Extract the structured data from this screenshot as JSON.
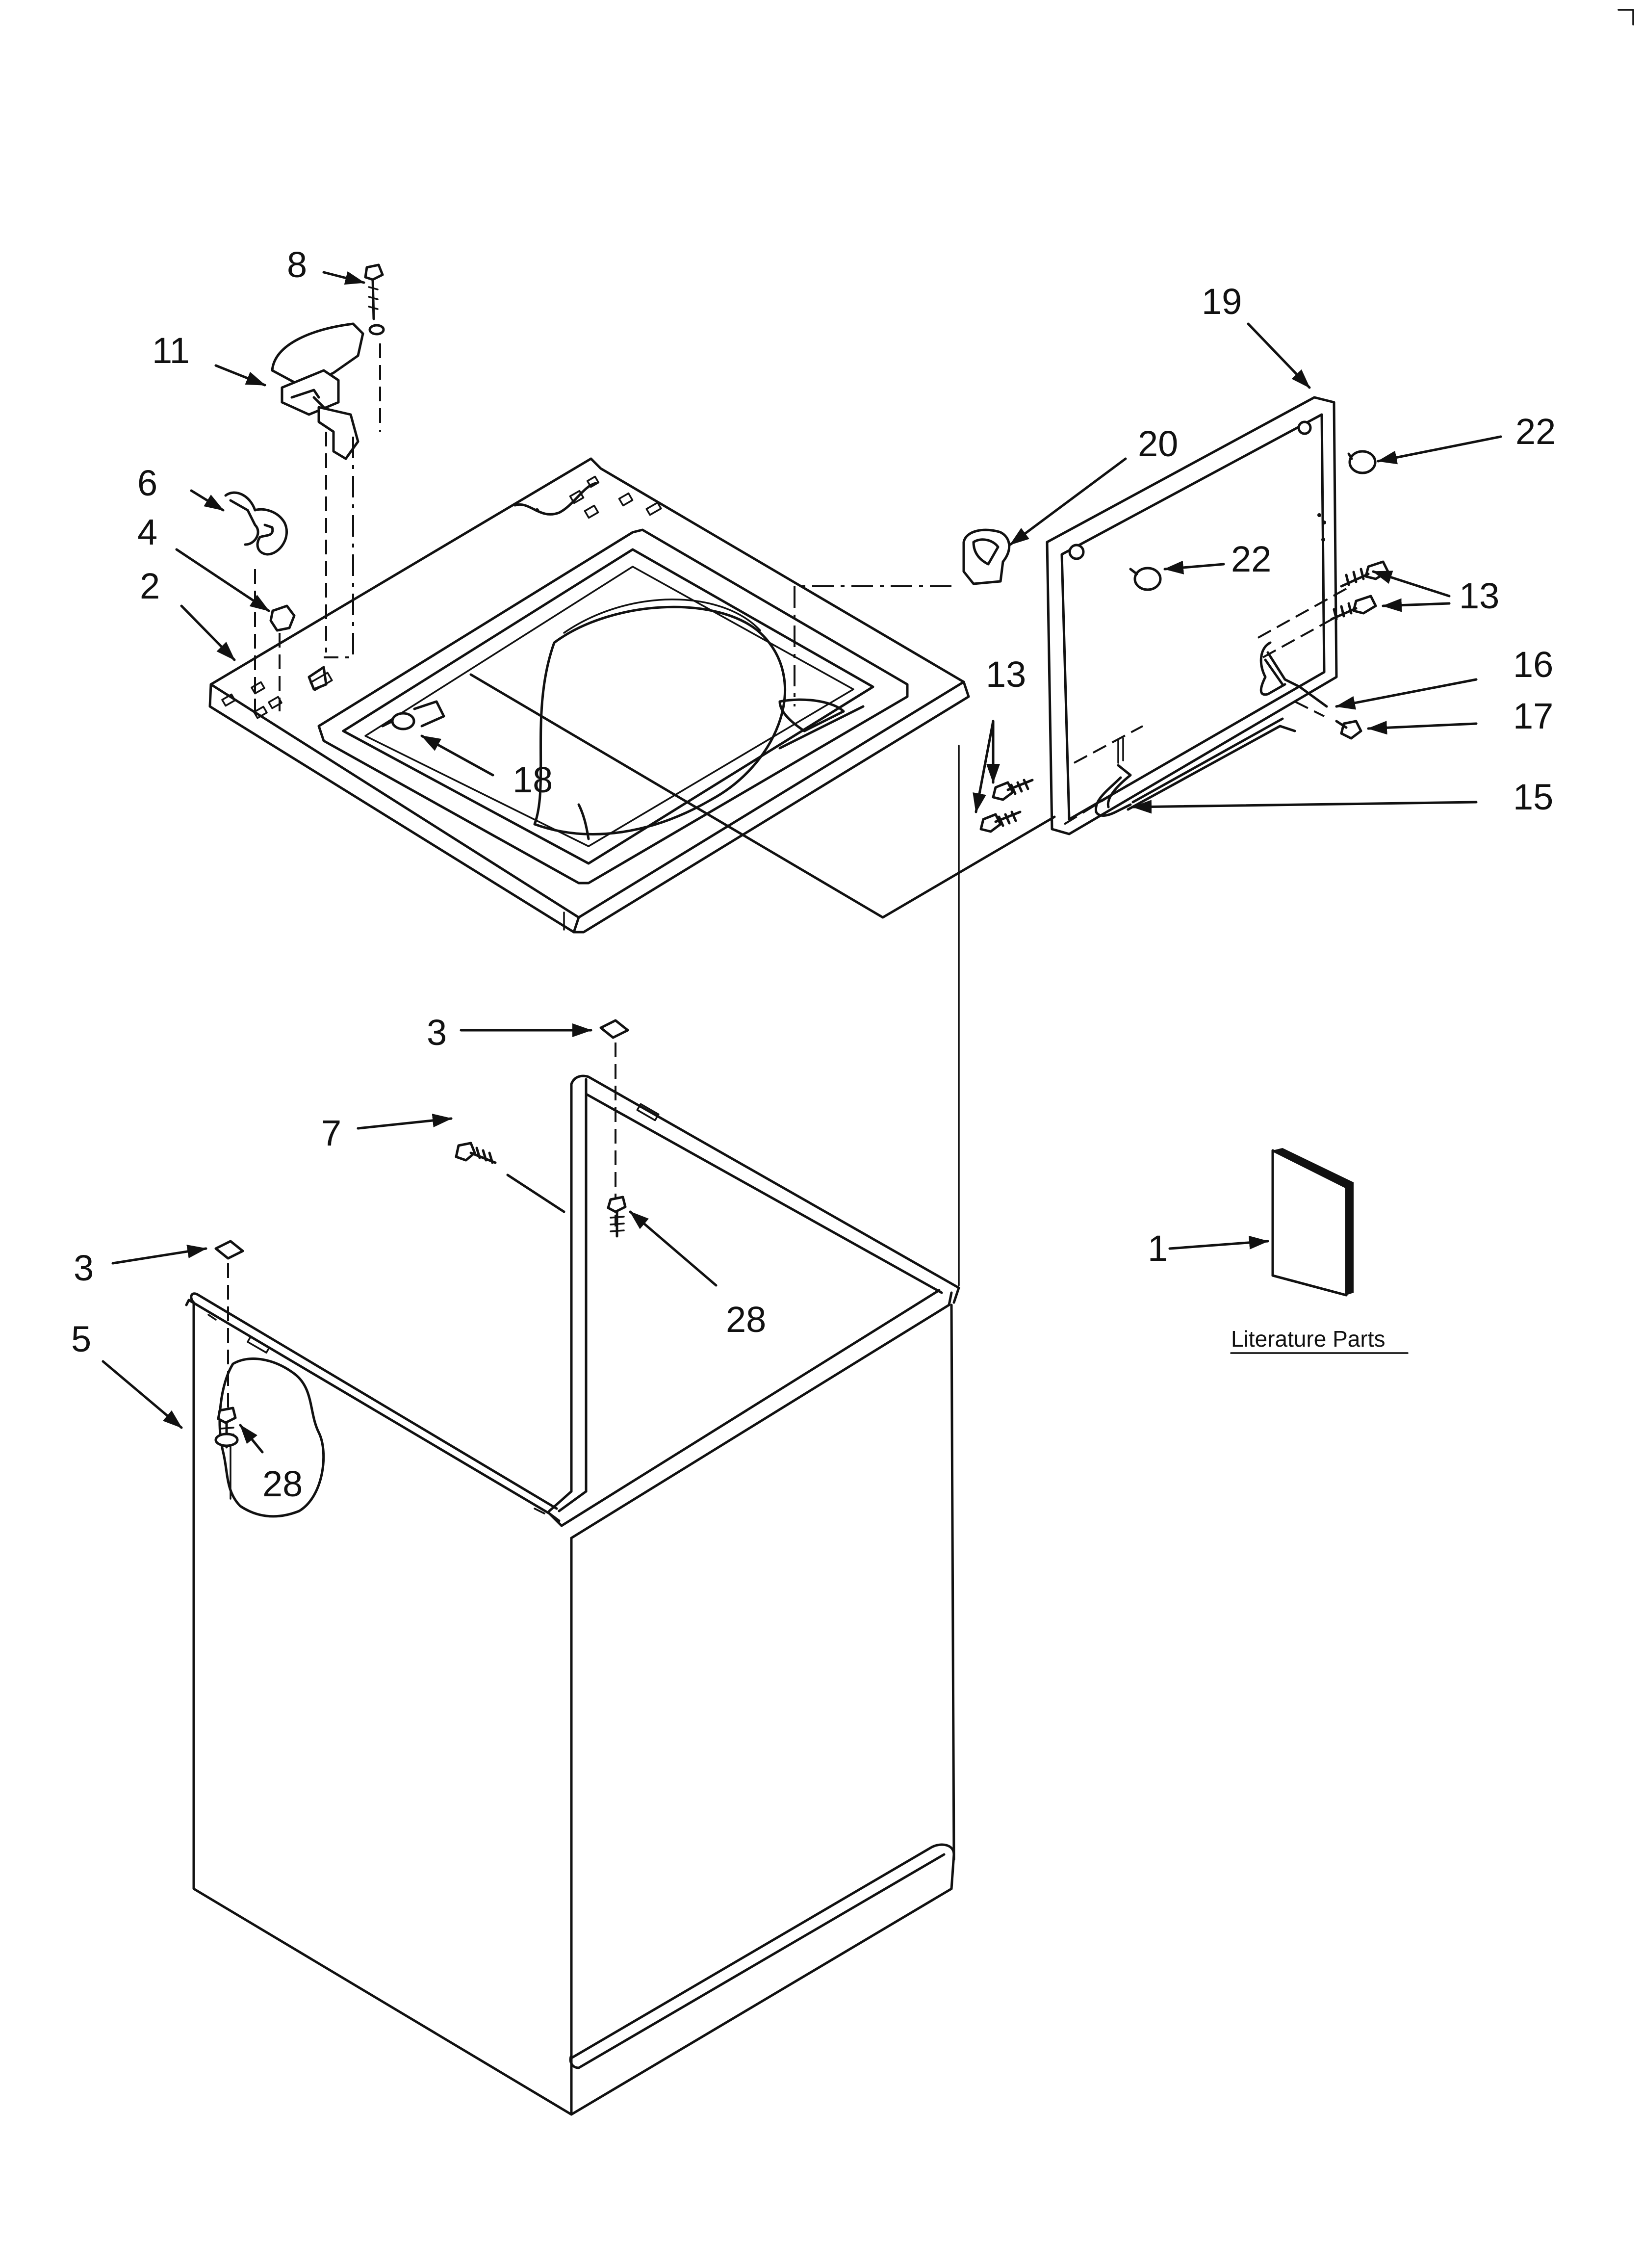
{
  "callouts": {
    "c8": "8",
    "c11": "11",
    "c6": "6",
    "c4": "4",
    "c2": "2",
    "c19": "19",
    "c20": "20",
    "c22a": "22",
    "c22b": "22",
    "c13a": "13",
    "c13b": "13",
    "c16": "16",
    "c17": "17",
    "c15": "15",
    "c18": "18",
    "c3a": "3",
    "c3b": "3",
    "c7": "7",
    "c28a": "28",
    "c28b": "28",
    "c5": "5",
    "c1": "1"
  },
  "literature_label": "Literature Parts"
}
